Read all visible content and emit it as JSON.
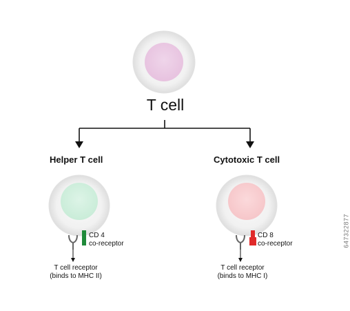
{
  "title": "T cell",
  "branches": {
    "helper": {
      "title": "Helper T cell",
      "coreceptor_name": "CD 4",
      "coreceptor_label": "co-receptor",
      "receptor_line1": "T cell receptor",
      "receptor_line2": "(binds to MHC II)",
      "nucleus_color": "#c9ecd8",
      "coreceptor_color": "#1f8a3a"
    },
    "cytotoxic": {
      "title": "Cytotoxic T cell",
      "coreceptor_name": "CD 8",
      "coreceptor_label": "co-receptor",
      "receptor_line1": "T cell receptor",
      "receptor_line2": "(binds to MHC I)",
      "nucleus_color": "#f6c6c9",
      "coreceptor_color": "#e02a2a"
    }
  },
  "colors": {
    "main_nucleus": "#e7c2df",
    "cell_body": "#eeeeee",
    "line": "#111111",
    "receptor": "#666666"
  },
  "watermark": "647322877"
}
